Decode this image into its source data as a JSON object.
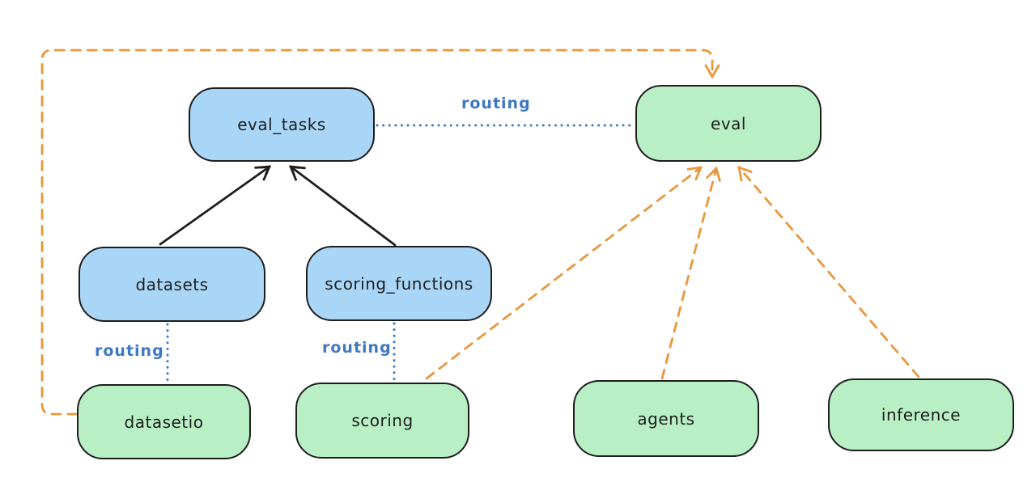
{
  "diagram": {
    "nodes": [
      {
        "id": "eval_tasks",
        "label": "eval_tasks",
        "fill": "blue"
      },
      {
        "id": "eval",
        "label": "eval",
        "fill": "green"
      },
      {
        "id": "datasets",
        "label": "datasets",
        "fill": "blue"
      },
      {
        "id": "scoring_functions",
        "label": "scoring_functions",
        "fill": "blue"
      },
      {
        "id": "datasetio",
        "label": "datasetio",
        "fill": "green"
      },
      {
        "id": "scoring",
        "label": "scoring",
        "fill": "green"
      },
      {
        "id": "agents",
        "label": "agents",
        "fill": "green"
      },
      {
        "id": "inference",
        "label": "inference",
        "fill": "green"
      }
    ],
    "edges": [
      {
        "from": "datasets",
        "to": "eval_tasks",
        "style": "solid",
        "color": "black",
        "label": ""
      },
      {
        "from": "scoring_functions",
        "to": "eval_tasks",
        "style": "solid",
        "color": "black",
        "label": ""
      },
      {
        "from": "eval_tasks",
        "to": "eval",
        "style": "dotted",
        "color": "blue",
        "label": "routing"
      },
      {
        "from": "datasets",
        "to": "datasetio",
        "style": "dotted",
        "color": "blue",
        "label": "routing"
      },
      {
        "from": "scoring_functions",
        "to": "scoring",
        "style": "dotted",
        "color": "blue",
        "label": "routing"
      },
      {
        "from": "datasetio",
        "to": "eval",
        "style": "dashed",
        "color": "orange",
        "label": ""
      },
      {
        "from": "scoring",
        "to": "eval",
        "style": "dashed",
        "color": "orange",
        "label": ""
      },
      {
        "from": "agents",
        "to": "eval",
        "style": "dashed",
        "color": "orange",
        "label": ""
      },
      {
        "from": "inference",
        "to": "eval",
        "style": "dashed",
        "color": "orange",
        "label": ""
      }
    ],
    "colors": {
      "background": "#ffffff",
      "blue_fill": "#a9d6f7",
      "green_fill": "#b9efc4",
      "stroke": "#1e1e1e",
      "orange": "#e9973d",
      "routing_blue": "#3e78c2"
    }
  }
}
